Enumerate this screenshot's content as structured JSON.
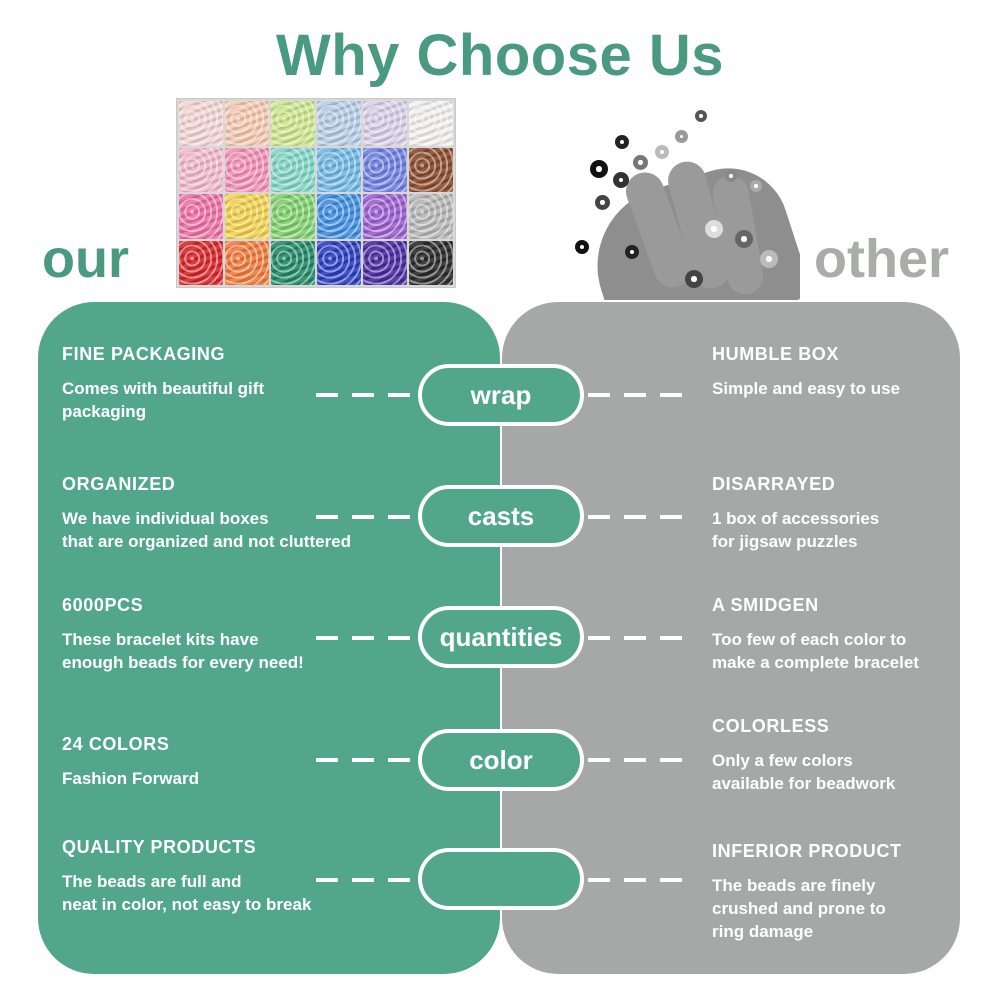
{
  "title": "Why Choose Us",
  "labels": {
    "ours": "our",
    "theirs": "other"
  },
  "colors": {
    "title_green": "#4a9a80",
    "our_panel": "#52a68a",
    "other_panel": "#a5a8a6",
    "other_word": "#a9aca9",
    "text": "#ffffff"
  },
  "bead_colors": [
    "#f4d6d4",
    "#f6c8b0",
    "#cde88a",
    "#b4cde6",
    "#d8d0e8",
    "#f3f1ee",
    "#f3b8cc",
    "#f58fb4",
    "#7fd6c6",
    "#6fb8e6",
    "#6e7fe0",
    "#8a4a2a",
    "#ee6fa6",
    "#f4d24a",
    "#7ed06a",
    "#3f8ee0",
    "#9b5fd0",
    "#b6b6b6",
    "#d8262a",
    "#f07a3a",
    "#1f8a66",
    "#2a3ec0",
    "#4a2aa0",
    "#2a2a2a"
  ],
  "rows": [
    {
      "our_heading": "FINE PACKAGING",
      "our_body": [
        "Comes with beautiful gift",
        "packaging"
      ],
      "badge": "wrap",
      "other_heading": "HUMBLE BOX",
      "other_body": [
        "Simple and easy to use"
      ]
    },
    {
      "our_heading": "ORGANIZED",
      "our_body": [
        "We have individual boxes",
        "that are organized and not cluttered"
      ],
      "badge": "casts",
      "other_heading": "DISARRAYED",
      "other_body": [
        "1 box of accessories",
        "for jigsaw puzzles"
      ]
    },
    {
      "our_heading": "6000PCS",
      "our_body": [
        "These bracelet kits have",
        "enough beads for every need!"
      ],
      "badge": "quantities",
      "other_heading": "A SMIDGEN",
      "other_body": [
        "Too few of each color to",
        "make a complete bracelet"
      ]
    },
    {
      "our_heading": "24 COLORS",
      "our_body": [
        "Fashion Forward"
      ],
      "badge": "color",
      "other_heading": "COLORLESS",
      "other_body": [
        "Only a few colors",
        "available for beadwork"
      ]
    },
    {
      "our_heading": "QUALITY PRODUCTS",
      "our_body": [
        "The beads are full and",
        "neat in color, not easy to break"
      ],
      "badge": "",
      "other_heading": "INFERIOR PRODUCT",
      "other_body": [
        "The beads are finely",
        "crushed and prone to",
        "ring damage"
      ]
    }
  ]
}
